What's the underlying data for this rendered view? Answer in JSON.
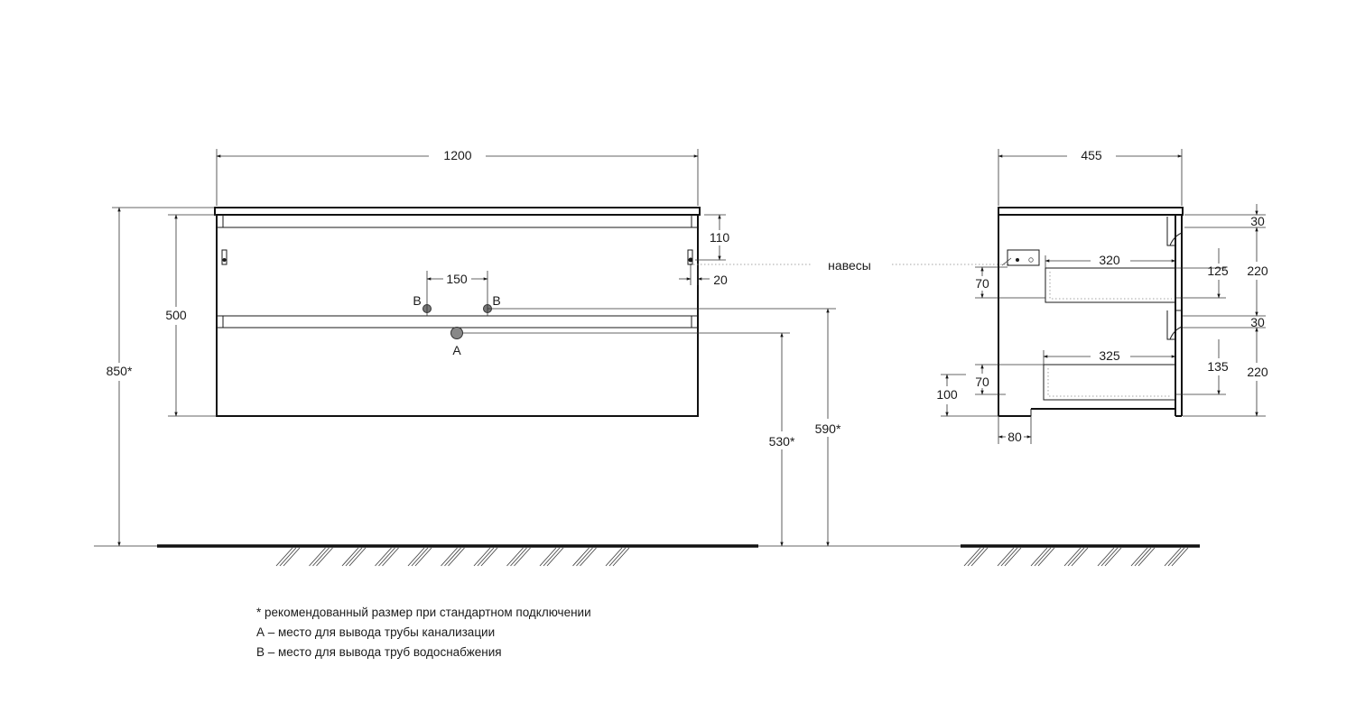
{
  "front_view": {
    "width": "1200",
    "height_total": "850*",
    "height_body": "500",
    "hinge_offset_top": "110",
    "hinge_offset_side": "20",
    "pipe_spacing": "150",
    "label_b": "B",
    "label_a": "A",
    "height_a": "530*",
    "height_b": "590*",
    "hinges_label": "навесы"
  },
  "side_view": {
    "depth": "455",
    "drawer1_depth": "320",
    "drawer2_depth": "325",
    "top_gap_1": "30",
    "top_gap_2": "30",
    "drawer_height_1": "220",
    "drawer_height_2": "220",
    "inner_height_1": "125",
    "inner_height_2": "135",
    "hinge_height": "70",
    "bottom_drawer_offset": "70",
    "plinth_height": "100",
    "plinth_depth": "80"
  },
  "notes": [
    "* рекомендованный размер при стандартном подключении",
    "А – место для вывода трубы канализации",
    "В – место для вывода труб водоснабжения"
  ]
}
